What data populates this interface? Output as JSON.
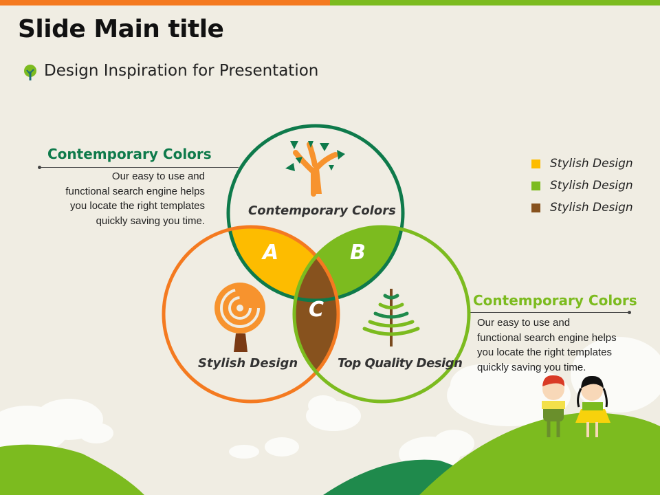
{
  "header": {
    "title": "Slide Main title",
    "subtitle": "Design Inspiration for Presentation"
  },
  "colors": {
    "orange": "#f47a20",
    "green": "#7cbb1f",
    "dark_green": "#0e7a4b",
    "yellow": "#fdbc00",
    "brown": "#87521e"
  },
  "left_callout": {
    "title": "Contemporary Colors",
    "lines": [
      "Our easy to use and",
      "functional search engine helps",
      "you locate the right templates",
      "quickly saving you time."
    ]
  },
  "right_callout": {
    "title": "Contemporary Colors",
    "lines": [
      "Our easy to use and",
      "functional  search engine helps",
      "you locate the right templates",
      "quickly saving you time."
    ]
  },
  "venn": {
    "top_label": "Contemporary  Colors",
    "left_label": "Stylish Design",
    "right_label": "Top Quality Design",
    "letters": [
      "A",
      "B",
      "C"
    ]
  },
  "legend": [
    {
      "label": "Stylish Design",
      "color": "#fdbc00"
    },
    {
      "label": "Stylish Design",
      "color": "#7cbb1f"
    },
    {
      "label": "Stylish Design",
      "color": "#87521e"
    }
  ]
}
